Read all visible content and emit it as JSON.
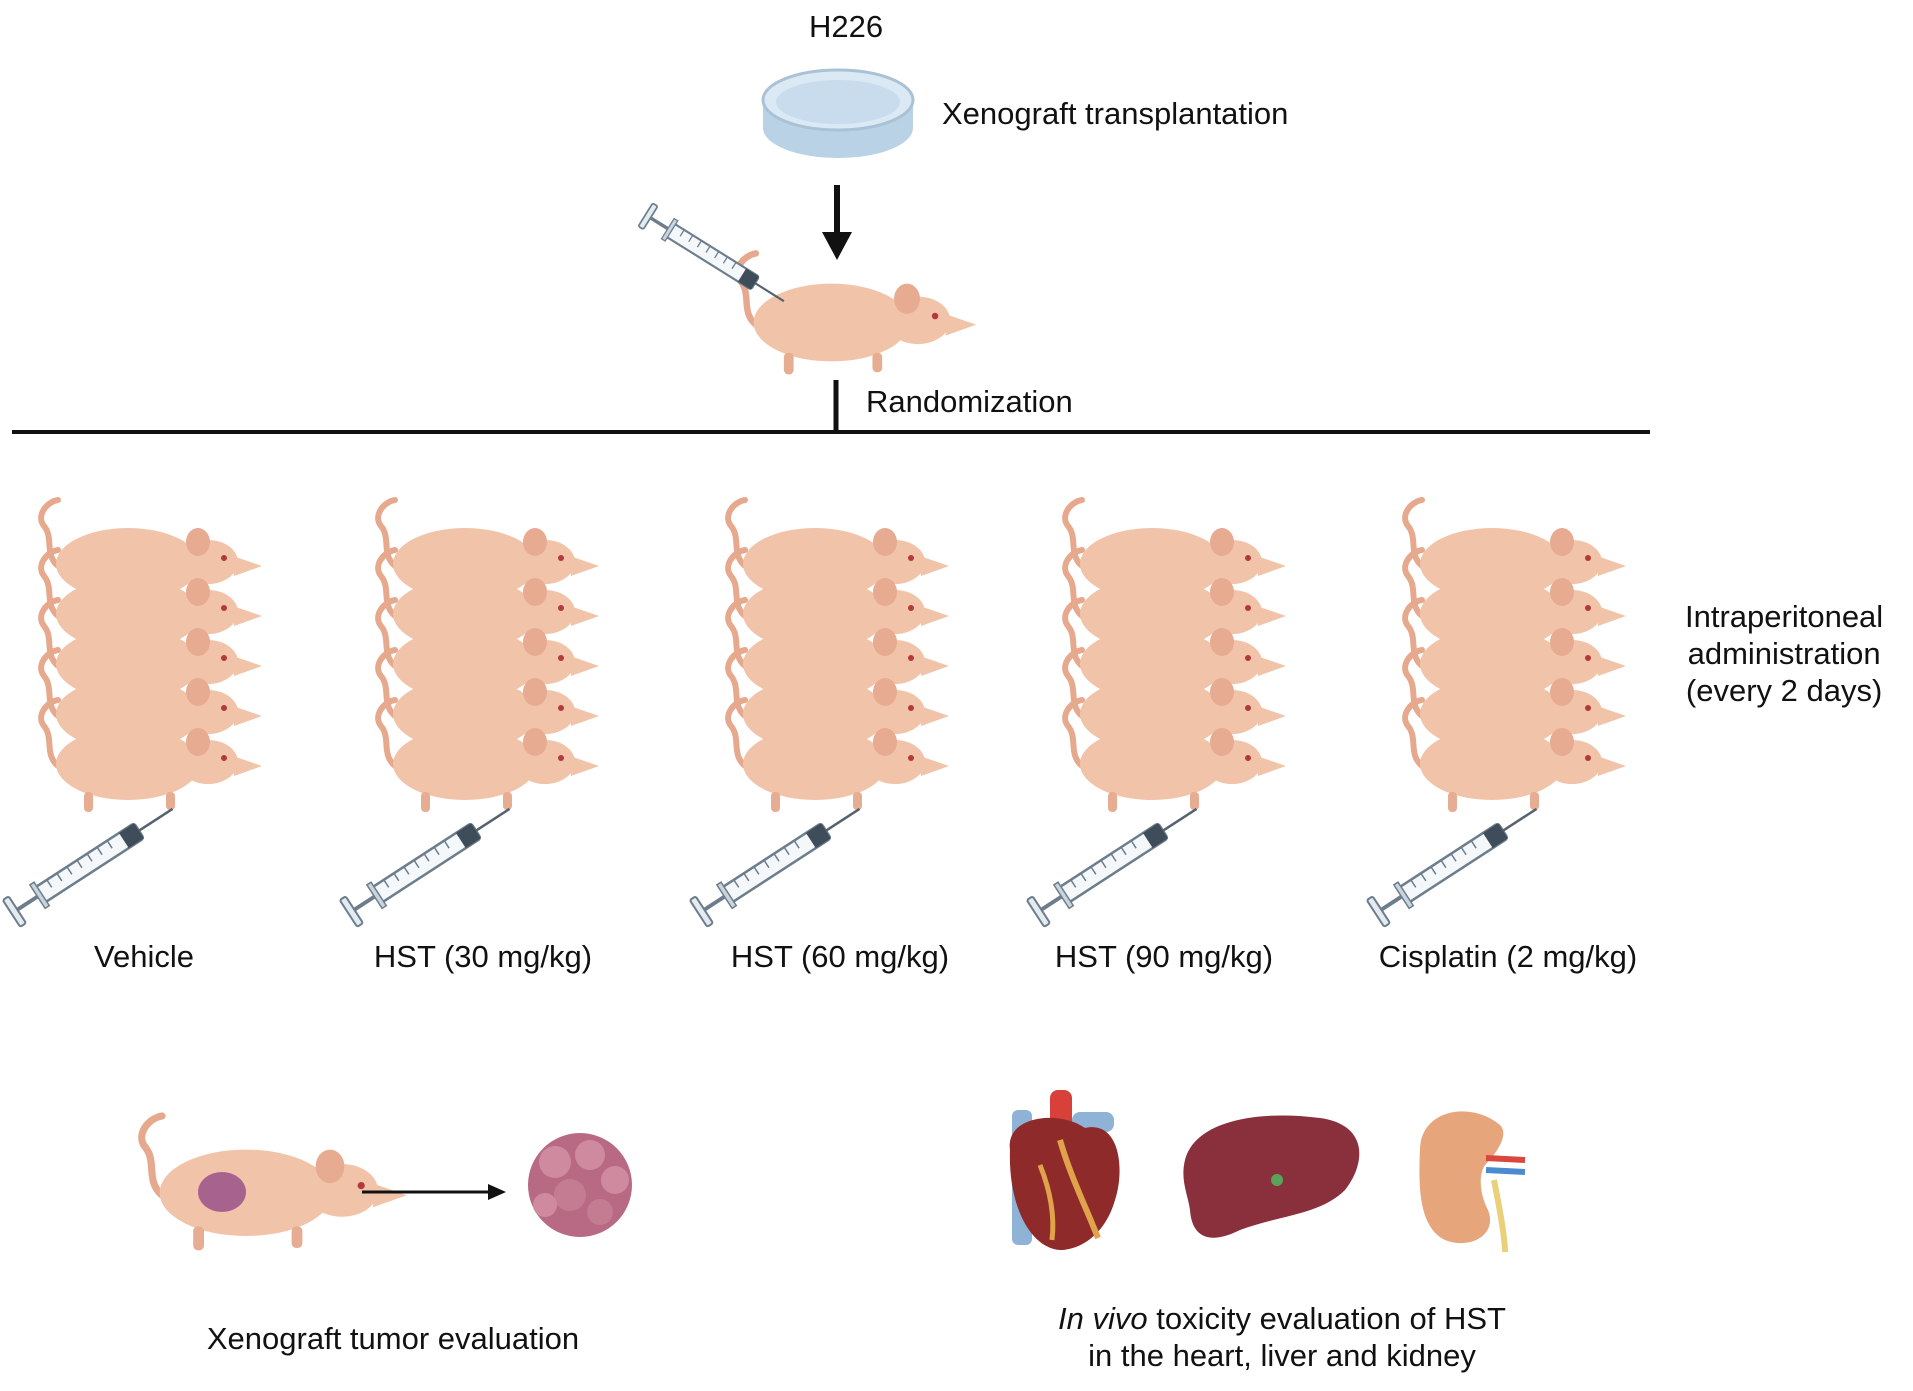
{
  "top": {
    "cell_line": "H226",
    "step": "Xenograft transplantation",
    "randomization": "Randomization"
  },
  "groups": [
    {
      "label": "Vehicle"
    },
    {
      "label": "HST (30 mg/kg)"
    },
    {
      "label": "HST (60 mg/kg)"
    },
    {
      "label": "HST (90 mg/kg)"
    },
    {
      "label": "Cisplatin (2 mg/kg)"
    }
  ],
  "administration": {
    "line1": "Intraperitoneal",
    "line2": "administration",
    "line3": "(every 2 days)"
  },
  "evaluation": {
    "tumor": "Xenograft tumor evaluation",
    "tox_italic": "In vivo",
    "tox_rest": " toxicity evaluation of HST",
    "tox_line2": "in the heart, liver and kidney"
  },
  "colors": {
    "mouse": "#f1c4aa",
    "mouse_shade": "#d9a187",
    "dish": "#cfe1f0",
    "tumor": "#b86a84",
    "heart": "#8e2a2a",
    "liver": "#8a2f3c",
    "kidney": "#e7a57c"
  }
}
